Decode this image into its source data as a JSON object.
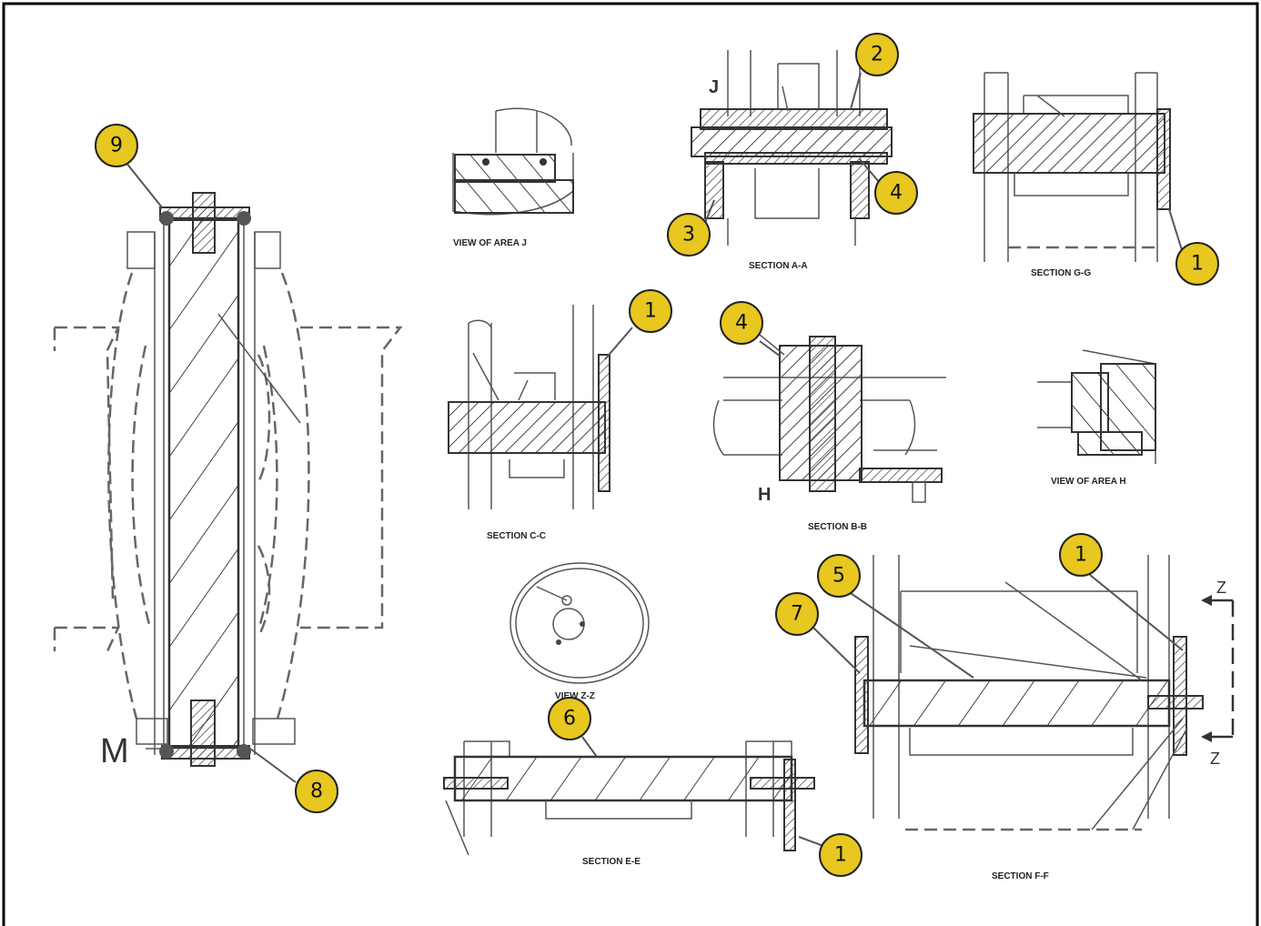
{
  "views": {
    "area_j": "VIEW OF AREA J",
    "section_aa": "SECTION A-A",
    "section_gg": "SECTION G-G",
    "section_cc": "SECTION C-C",
    "section_bb": "SECTION B-B",
    "area_h": "VIEW OF AREA H",
    "view_zz": "VIEW Z-Z",
    "section_ee": "SECTION E-E",
    "section_ff": "SECTION F-F"
  },
  "letters": {
    "j": "J",
    "h": "H",
    "m": "M",
    "z_top": "Z",
    "z_bottom": "Z"
  },
  "callouts": {
    "c9": "9",
    "c8": "8",
    "c2": "2",
    "c3": "3",
    "c4_aa": "4",
    "c1_gg": "1",
    "c1_cc": "1",
    "c4_bb": "4",
    "c1_ff": "1",
    "c5": "5",
    "c7": "7",
    "c6": "6",
    "c1_ee": "1"
  },
  "colors": {
    "callout_fill": "#e7c720",
    "line": "#555555",
    "border": "#000000"
  }
}
